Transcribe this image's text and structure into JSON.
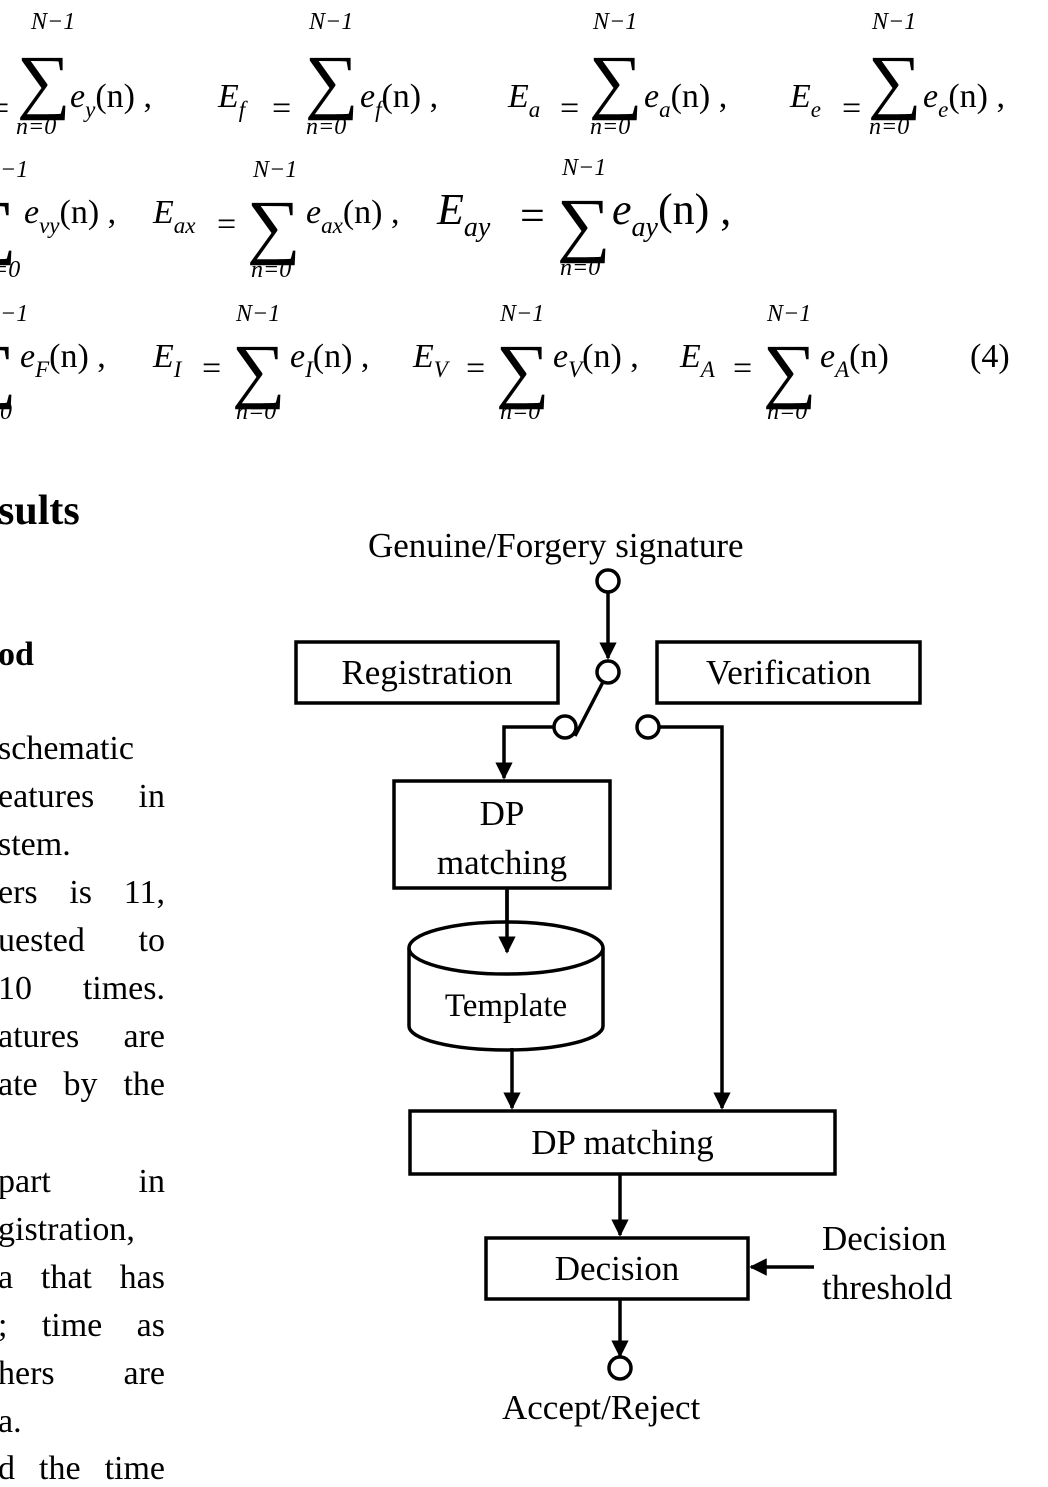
{
  "equations": {
    "row1": [
      {
        "lhs": "",
        "lhs_sub": "",
        "upper": "N−1",
        "lower": "n=0",
        "term": "e",
        "term_sub": "y",
        "arg": "(n) ,"
      },
      {
        "lhs": "E",
        "lhs_sub": "f",
        "upper": "N−1",
        "lower": "n=0",
        "term": "e",
        "term_sub": "f",
        "arg": "(n) ,"
      },
      {
        "lhs": "E",
        "lhs_sub": "a",
        "upper": "N−1",
        "lower": "n=0",
        "term": "e",
        "term_sub": "a",
        "arg": "(n) ,"
      },
      {
        "lhs": "E",
        "lhs_sub": "e",
        "upper": "N−1",
        "lower": "n=0",
        "term": "e",
        "term_sub": "e",
        "arg": "(n) ,"
      }
    ],
    "row2": [
      {
        "lhs": "",
        "lhs_sub": "",
        "upper": "−1",
        "lower": "=0",
        "term": "e",
        "term_sub": "vy",
        "arg": "(n) ,"
      },
      {
        "lhs": "E",
        "lhs_sub": "ax",
        "upper": "N−1",
        "lower": "n=0",
        "term": "e",
        "term_sub": "ax",
        "arg": "(n) ,"
      },
      {
        "lhs": "E",
        "lhs_sub": "ay",
        "upper": "N−1",
        "lower": "n=0",
        "term": "e",
        "term_sub": "ay",
        "arg": "(n) ,"
      }
    ],
    "row3": [
      {
        "lhs": "",
        "lhs_sub": "",
        "upper": "−1",
        "lower": "0",
        "term": "e",
        "term_sub": "F",
        "arg": "(n) ,"
      },
      {
        "lhs": "E",
        "lhs_sub": "I",
        "upper": "N−1",
        "lower": "n=0",
        "term": "e",
        "term_sub": "I",
        "arg": "(n) ,"
      },
      {
        "lhs": "E",
        "lhs_sub": "V",
        "upper": "N−1",
        "lower": "n=0",
        "term": "e",
        "term_sub": "V",
        "arg": "(n) ,"
      },
      {
        "lhs": "E",
        "lhs_sub": "A",
        "upper": "N−1",
        "lower": "n=0",
        "term": "e",
        "term_sub": "A",
        "arg": "(n)"
      }
    ],
    "equals": "=",
    "number": "(4)"
  },
  "section": {
    "heading": "sults",
    "subheading": "od"
  },
  "body_text": {
    "para1": [
      "schematic",
      "eatures   in",
      "stem."
    ],
    "para2": [
      "ers  is  11,",
      "uested  to",
      " 10  times.",
      "atures  are",
      "ate  by  the"
    ],
    "para3": [
      " part    in",
      "gistration,",
      "a  that  has",
      ";  time   as",
      "hers    are",
      "a."
    ],
    "para4": [
      "d  the  time"
    ]
  },
  "diagram": {
    "input_label": "Genuine/Forgery signature",
    "registration_label": "Registration",
    "verification_label": "Verification",
    "dp_matching_reg_line1": "DP",
    "dp_matching_reg_line2": "matching",
    "template_label": "Template",
    "dp_matching_verify": "DP matching",
    "decision_label": "Decision",
    "threshold_line1": "Decision",
    "threshold_line2": "threshold",
    "output_label": "Accept/Reject"
  }
}
